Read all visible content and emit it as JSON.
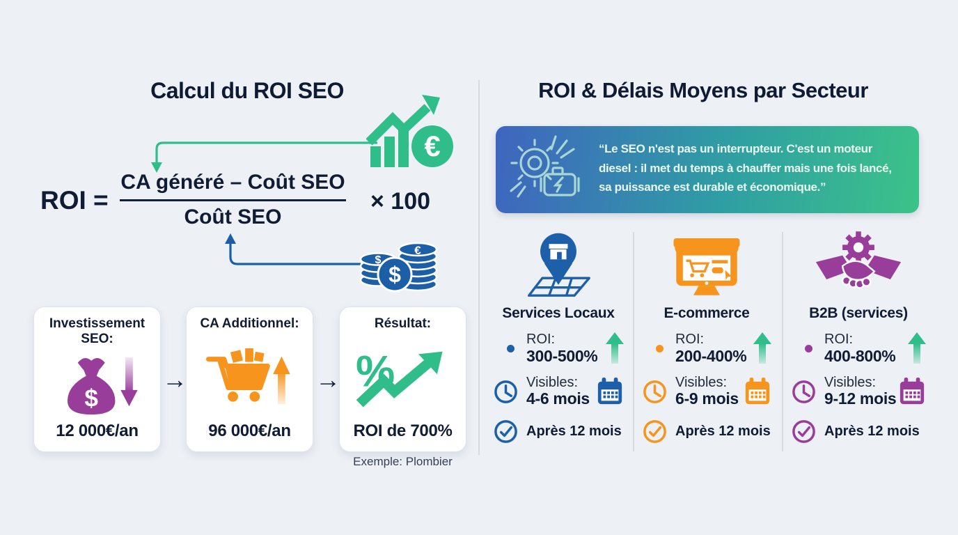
{
  "left": {
    "title": "Calcul du ROI SEO",
    "formula": {
      "lhs": "ROI =",
      "numerator": "CA généré – Coût SEO",
      "denominator": "Coût SEO",
      "multiplier": "× 100"
    },
    "flow_arrow": "→",
    "cards": [
      {
        "title": "Investissement SEO:",
        "value": "12 000€/an"
      },
      {
        "title": "CA Additionnel:",
        "value": "96 000€/an"
      },
      {
        "title": "Résultat:",
        "value": "ROI de 700%"
      }
    ],
    "caption": "Exemple: Plombier"
  },
  "right": {
    "title": "ROI & Délais Moyens par Secteur",
    "quote_lines": [
      "“Le SEO n'est pas un interrupteur. C'est un moteur",
      "diesel : il met du temps à chauffer mais une fois lancé,",
      "sa puissance est durable et économique.”"
    ],
    "sectors": [
      {
        "name": "Services Locaux",
        "roi_label": "ROI:",
        "roi_value": "300-500%",
        "visibles_label": "Visibles:",
        "visibles_value": "4-6 mois",
        "after_label": "Après 12 mois",
        "accent": "#1e5fa9"
      },
      {
        "name": "E-commerce",
        "roi_label": "ROI:",
        "roi_value": "200-400%",
        "visibles_label": "Visibles:",
        "visibles_value": "6-9 mois",
        "after_label": "Après 12 mois",
        "accent": "#f7941d"
      },
      {
        "name": "B2B (services)",
        "roi_label": "ROI:",
        "roi_value": "400-800%",
        "visibles_label": "Visibles:",
        "visibles_value": "9-12 mois",
        "after_label": "Après 12 mois",
        "accent": "#993d9b"
      }
    ]
  },
  "glyphs": {
    "euro": "€",
    "dollar": "$",
    "percent": "%"
  },
  "colors": {
    "background": "#edf1f6",
    "ink": "#101c33",
    "green": "#2fbe8a",
    "blue": "#1d5fa6",
    "orange": "#f7941d",
    "purple": "#993d9b",
    "banner_gradient": [
      "#3f65bf",
      "#2f9fa3",
      "#3cc289"
    ]
  }
}
